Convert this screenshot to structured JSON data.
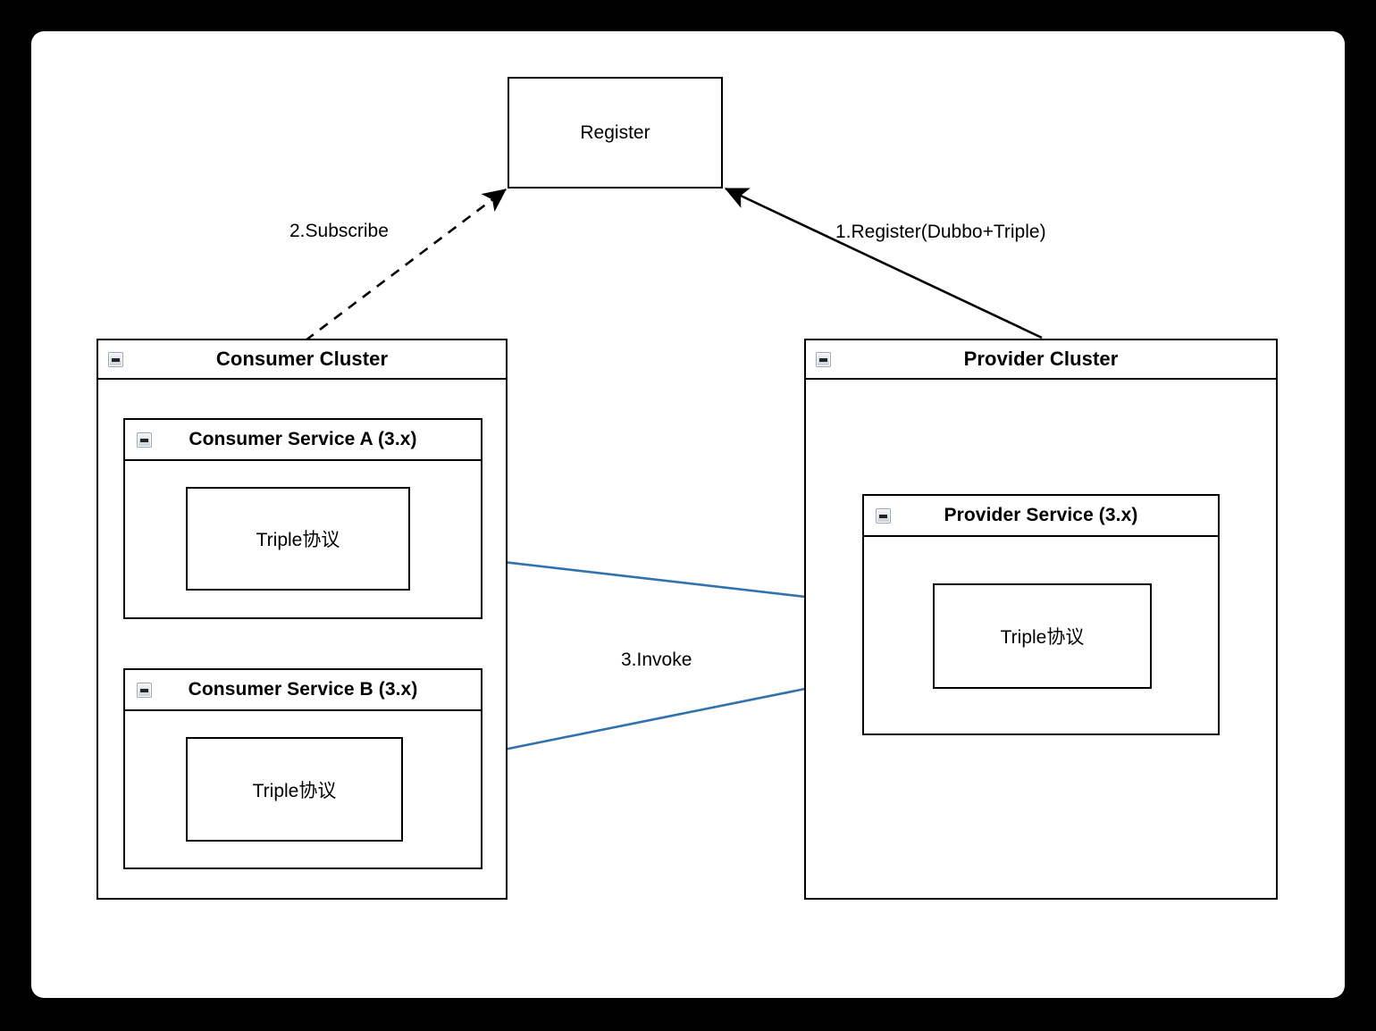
{
  "canvas": {
    "background": "#ffffff",
    "frame_background": "#000000"
  },
  "colors": {
    "stroke": "#000000",
    "invoke_arrow": "#3272ad",
    "icon_border": "#9aa6b2"
  },
  "nodes": {
    "register": {
      "label": "Register"
    },
    "consumer_cluster": {
      "title": "Consumer Cluster",
      "icon": "collapse-minus-icon"
    },
    "consumer_service_a": {
      "title": "Consumer Service A (3.x)",
      "icon": "collapse-minus-icon",
      "protocol_label": "Triple协议"
    },
    "consumer_service_b": {
      "title": "Consumer Service B (3.x)",
      "icon": "collapse-minus-icon",
      "protocol_label": "Triple协议"
    },
    "provider_cluster": {
      "title": "Provider Cluster",
      "icon": "collapse-minus-icon"
    },
    "provider_service": {
      "title": "Provider Service (3.x)",
      "icon": "collapse-minus-icon",
      "protocol_label": "Triple协议"
    }
  },
  "edges": {
    "register_edge": {
      "label": "1.Register(Dubbo+Triple)",
      "style": "solid",
      "from": "provider-cluster",
      "to": "register"
    },
    "subscribe_edge": {
      "label": "2.Subscribe",
      "style": "dashed",
      "from": "consumer-cluster",
      "to": "register"
    },
    "invoke_edge": {
      "label": "3.Invoke",
      "style": "solid-blue",
      "from": "consumer-services",
      "to": "provider-service"
    }
  }
}
